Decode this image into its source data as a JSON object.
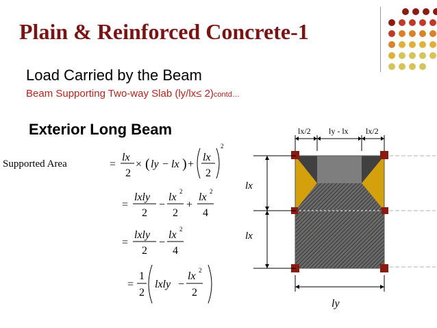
{
  "slide": {
    "title": "Plain & Reinforced Concrete-1",
    "subtitle": "Load Carried by the Beam",
    "caption": {
      "main": "Beam Supporting Two-way Slab (ly/lx≤ 2)",
      "suffix": "contd…"
    },
    "section_heading": "Exterior Long Beam"
  },
  "colors": {
    "title": "#7a1414",
    "caption": "#b8231a",
    "trapezoid": "#d4a00c",
    "hatch": "#555555",
    "column": "#8b1a10",
    "dots": [
      "#8b1a10",
      "#c0392b",
      "#d9822b",
      "#e0b13a",
      "#d4c45a"
    ]
  },
  "formula": {
    "lhs": "Supported Area",
    "lx": "lx",
    "ly": "ly",
    "one": "1",
    "two": "2",
    "four": "4",
    "exp": "2",
    "eq": "=",
    "times": "×",
    "plus": "+",
    "minus": "−",
    "lxly": "lxly",
    "lx_sq": "lx"
  },
  "diagram": {
    "dim_left": "lx/2",
    "dim_mid": "ly - lx",
    "dim_right": "lx/2",
    "side_top": "lx",
    "side_bottom": "lx",
    "bottom": "ly"
  }
}
